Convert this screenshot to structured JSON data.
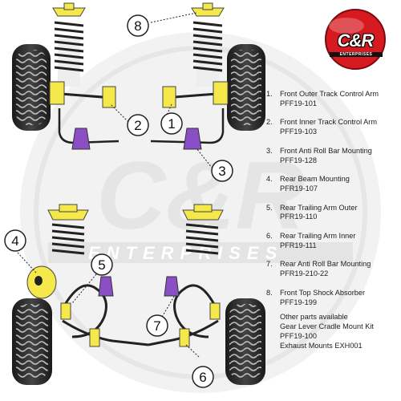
{
  "brand": {
    "logo_text": "C&R",
    "logo_sub": "ENTERPRISES",
    "watermark_main": "C&R",
    "watermark_sub": "ENTERPRISES",
    "accent": "#d71920",
    "bush_color": "#f4e84a",
    "purple_color": "#8a4fc4"
  },
  "callouts": [
    "8",
    "2",
    "1",
    "3",
    "4",
    "5",
    "7",
    "6"
  ],
  "legend": [
    {
      "num": "1.",
      "name": "Front Outer Track Control Arm",
      "code": "PFF19-101"
    },
    {
      "num": "2.",
      "name": "Front Inner Track Control Arm",
      "code": "PFF19-103"
    },
    {
      "num": "3.",
      "name": "Front Anti Roll Bar Mounting",
      "code": "PFF19-128"
    },
    {
      "num": "4.",
      "name": "Rear Beam Mounting",
      "code": "PFR19-107"
    },
    {
      "num": "5.",
      "name": "Rear Trailing Arm Outer",
      "code": "PFR19-110"
    },
    {
      "num": "6.",
      "name": "Rear Trailing Arm Inner",
      "code": "PFR19-111"
    },
    {
      "num": "7.",
      "name": "Rear Anti Roll Bar Mounting",
      "code": "PFR19-210-22"
    },
    {
      "num": "8.",
      "name": "Front Top Shock Absorber",
      "code": "PFF19-199"
    }
  ],
  "other": {
    "heading": "Other parts available",
    "lines": [
      "Gear Lever Cradle Mount Kit",
      "PFF19-100",
      "Exhaust Mounts EXH001"
    ]
  }
}
